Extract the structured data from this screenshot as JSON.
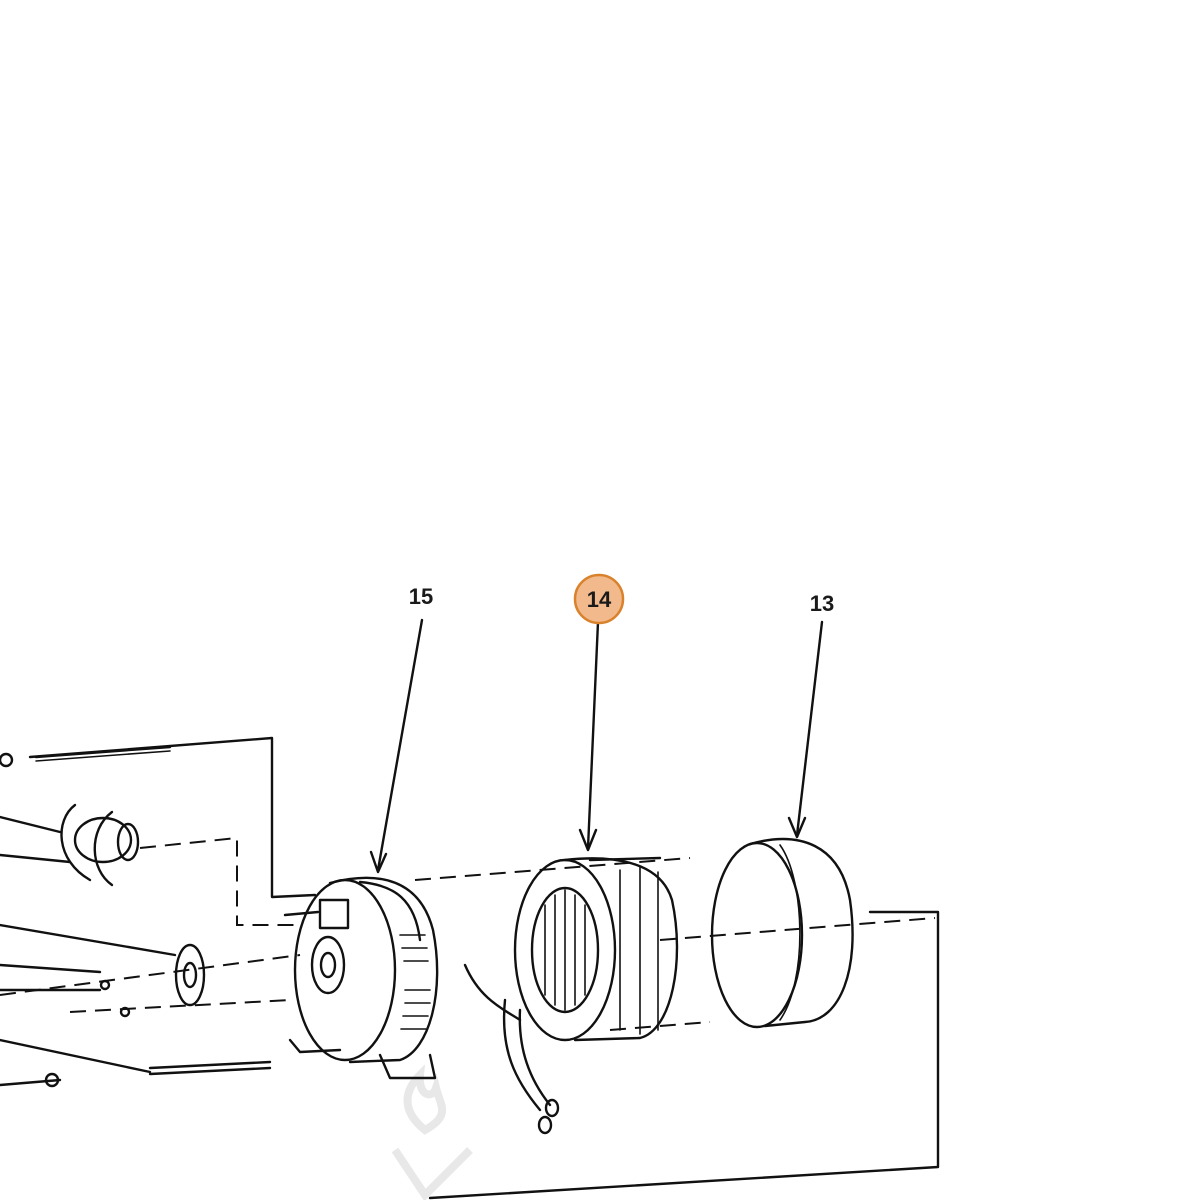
{
  "callouts": {
    "part_15": {
      "label": "15"
    },
    "part_14": {
      "label": "14",
      "highlight_color": "#f2b98c",
      "highlight_stroke": "#d9822b"
    },
    "part_13": {
      "label": "13"
    }
  },
  "icons": {
    "brand_watermark": "flame-logo-watermark"
  }
}
